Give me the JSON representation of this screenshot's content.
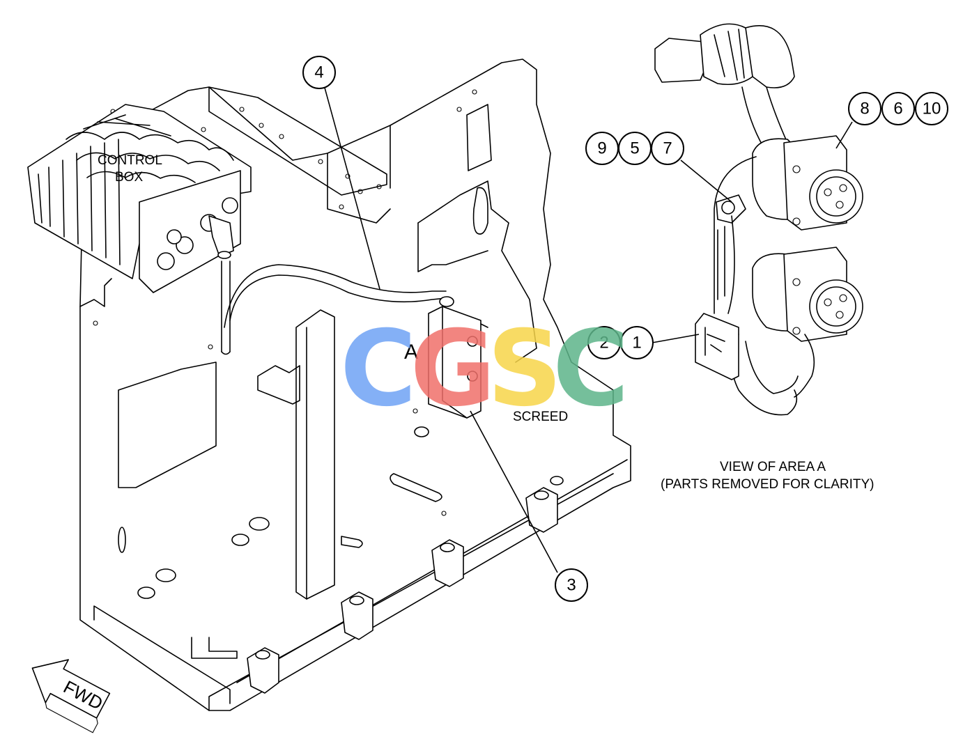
{
  "labels": {
    "control_box_line1": "CONTROL",
    "control_box_line2": "BOX",
    "area_marker": "A",
    "screed": "SCREED",
    "view_title_line1": "VIEW OF AREA  A",
    "view_title_line2": "(PARTS REMOVED FOR CLARITY)",
    "fwd": "FWD"
  },
  "callouts": {
    "c4": "4",
    "c3": "3",
    "c2": "2",
    "c1": "1",
    "c9": "9",
    "c5": "5",
    "c7": "7",
    "c8": "8",
    "c6": "6",
    "c10": "10"
  },
  "watermark": {
    "letters": [
      "C",
      "G",
      "S",
      "C"
    ],
    "colors": [
      "#6FA3F5",
      "#F0706A",
      "#F7D54A",
      "#5DB58A"
    ]
  }
}
